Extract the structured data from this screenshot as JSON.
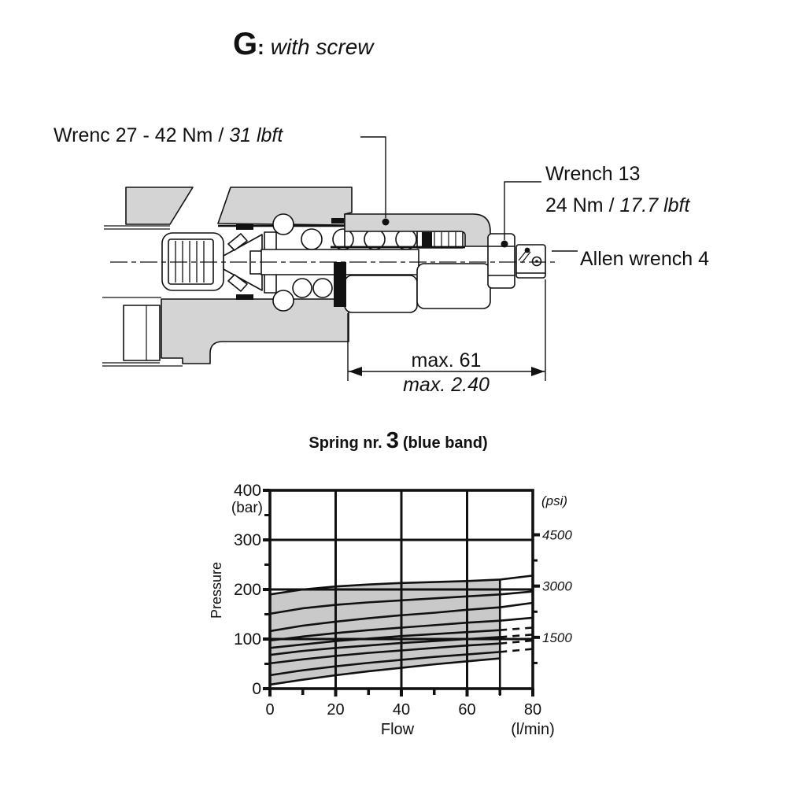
{
  "title": {
    "letter": "G",
    "colon": ":",
    "rest": "with screw"
  },
  "diagram": {
    "labels": {
      "torque_top": {
        "text": "Wrenc 27 - 42 Nm / ",
        "italic": "31 lbft"
      },
      "wrench_right_line1": "Wrench 13",
      "wrench_right_line2": {
        "text": "24 Nm / ",
        "italic": "17.7 lbft"
      },
      "allen": "Allen wrench 4",
      "dim_metric": "max. 61",
      "dim_imperial": "max. 2.40"
    },
    "colors": {
      "body_fill": "#d4d4d4",
      "line": "#111111"
    }
  },
  "spring_note": {
    "prefix": "Spring nr.",
    "number": "3",
    "suffix": "(blue band)"
  },
  "chart_data": {
    "type": "line",
    "title": "Spring nr. 3 (blue band)",
    "xlabel": "Flow",
    "x_unit": "(l/min)",
    "ylabel": "Pressure",
    "y_unit_left": "(bar)",
    "y_unit_right": "(psi)",
    "xlim": [
      0,
      80
    ],
    "ylim_bar": [
      0,
      400
    ],
    "x_ticks": [
      0,
      20,
      40,
      60,
      80
    ],
    "x_minor_ticks": [
      10,
      30,
      50,
      70
    ],
    "y_ticks_bar": [
      0,
      100,
      200,
      300,
      400
    ],
    "y_minor_ticks_bar": [
      50,
      150,
      250,
      350
    ],
    "y_ticks_psi": [
      1500,
      3000,
      4500
    ],
    "y_minor_ticks_psi": [
      750,
      2250,
      3750
    ],
    "grid_x": [
      20,
      40,
      60
    ],
    "grid_y": [
      100,
      200,
      300
    ],
    "marker_line_x": 70,
    "x": [
      0,
      10,
      20,
      30,
      40,
      50,
      60,
      70,
      80
    ],
    "series": [
      {
        "name": "curve-1",
        "values": [
          190,
          200,
          206,
          210,
          213,
          215,
          217,
          220,
          228
        ],
        "dash_from": null
      },
      {
        "name": "curve-2",
        "values": [
          151,
          162,
          169,
          174,
          178,
          182,
          186,
          190,
          196
        ],
        "dash_from": null
      },
      {
        "name": "curve-3",
        "values": [
          116,
          127,
          135,
          142,
          148,
          153,
          159,
          164,
          173
        ],
        "dash_from": null
      },
      {
        "name": "curve-4",
        "values": [
          97,
          105,
          112,
          118,
          123,
          128,
          133,
          137,
          143
        ],
        "dash_from": null
      },
      {
        "name": "curve-5",
        "values": [
          82,
          89,
          96,
          101,
          106,
          110,
          114,
          118,
          123
        ],
        "dash_from": 70
      },
      {
        "name": "curve-6",
        "values": [
          68,
          76,
          82,
          87,
          92,
          96,
          100,
          104,
          109
        ],
        "dash_from": 70
      },
      {
        "name": "curve-7",
        "values": [
          51,
          59,
          66,
          72,
          77,
          82,
          87,
          91,
          97
        ],
        "dash_from": 70
      },
      {
        "name": "curve-8",
        "values": [
          27,
          37,
          45,
          52,
          58,
          64,
          69,
          74,
          80
        ],
        "dash_from": 70
      },
      {
        "name": "curve-9",
        "values": [
          8,
          18,
          27,
          35,
          42,
          49,
          55,
          61
        ],
        "dash_from": null
      }
    ],
    "band": {
      "upper": "curve-1",
      "lower": "curve-9",
      "fill": "#c9c9c9",
      "x_end": 70
    },
    "legend": null,
    "grid_on": true
  }
}
